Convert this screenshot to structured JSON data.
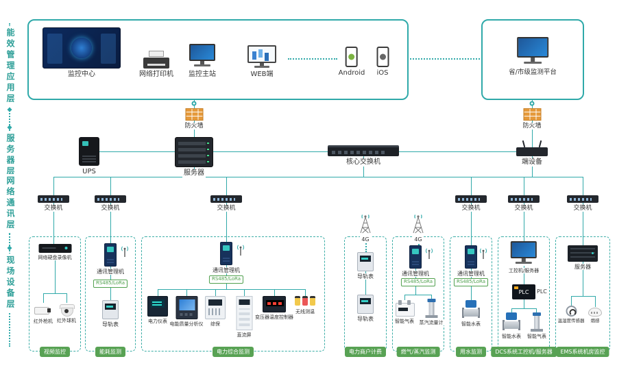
{
  "accent_color": "#2FA9A9",
  "badge_color": "#58A254",
  "layers": [
    "能效管理应用层",
    "服务器层",
    "网络通讯层",
    "现场设备层"
  ],
  "app_layer": {
    "monitor_center": "监控中心",
    "printer": "网络打印机",
    "master_station": "监控主站",
    "web": "WEB端",
    "android": "Android",
    "ios": "iOS"
  },
  "platform": {
    "label": "省/市级监测平台"
  },
  "middle": {
    "firewall": "防火墙",
    "ups": "UPS",
    "server": "服务器",
    "core_switch": "核心交换机",
    "edge_device": "端设备"
  },
  "switch_label": "交换机",
  "groups": {
    "video": {
      "badge": "视频监控",
      "nvr": "网络硬盘录像机",
      "cam1": "红外枪机",
      "cam2": "红外球机"
    },
    "energy": {
      "badge": "能耗监测",
      "comm": "通讯管理机",
      "bus": "RS485/LoRa",
      "meter": "导轨表"
    },
    "power": {
      "badge": "电力综合监测",
      "comm": "通讯管理机",
      "bus": "RS485/LoRa",
      "devices": [
        "电力仪表",
        "电能质量分析仪",
        "综保",
        "直流屏",
        "变压器温度控制器",
        "无线测温"
      ]
    },
    "billing": {
      "badge": "电力商户计费",
      "net": "4G",
      "meter1": "导轨表",
      "meter2": "导轨表"
    },
    "gas": {
      "badge": "燃气/蒸汽监测",
      "net": "4G",
      "comm": "通讯管理机",
      "bus": "RS485/LoRa",
      "dev1": "智能气表",
      "dev2": "蒸汽流量计"
    },
    "water": {
      "badge": "用水监测",
      "comm": "通讯管理机",
      "bus": "RS485/LoRa",
      "dev": "智能水表"
    },
    "dcs": {
      "badge": "DCS系统工控机/服务器",
      "ipc": "工控机/服务器",
      "plc": "PLC",
      "dev1": "智能水表",
      "dev2": "智能气表"
    },
    "ems": {
      "badge": "EMS系统机房监控",
      "server": "服务器",
      "dev1": "温湿度传感器",
      "dev2": "烟感"
    }
  }
}
